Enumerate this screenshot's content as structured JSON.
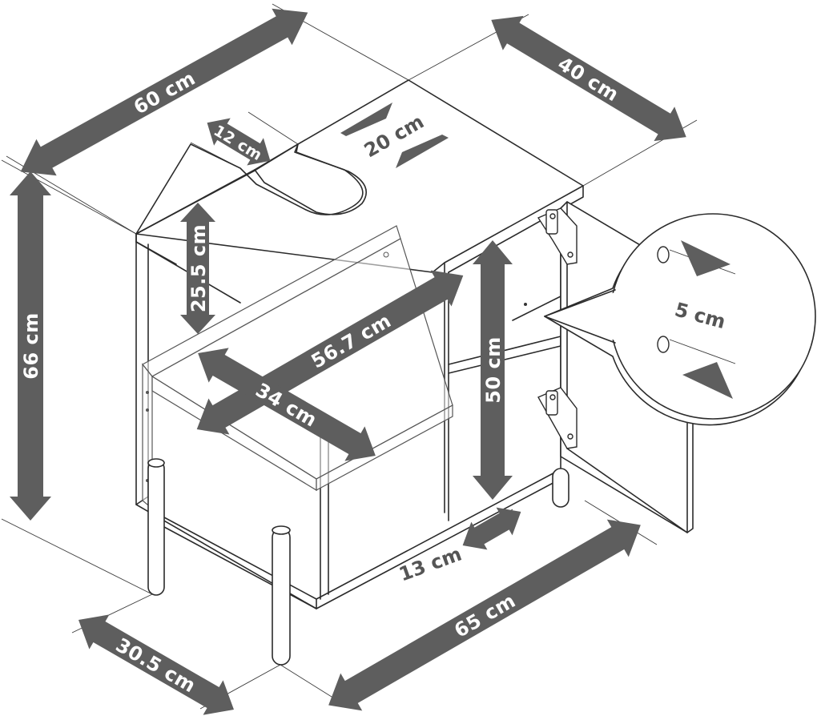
{
  "colors": {
    "arrow_fill": "#5e5e5e",
    "line": "#2b2b2b",
    "background": "#ffffff"
  },
  "dimensions": {
    "width_top": "60 cm",
    "depth_top": "40 cm",
    "cutout_width": "20 cm",
    "cutout_depth": "12 cm",
    "inner_height": "25.5 cm",
    "height_total": "66 cm",
    "shelf_width": "56.7 cm",
    "shelf_depth": "34 cm",
    "door_height": "50 cm",
    "hole_spacing": "5 cm",
    "leg_height": "13 cm",
    "width_bottom": "65 cm",
    "depth_bottom": "30.5 cm"
  }
}
